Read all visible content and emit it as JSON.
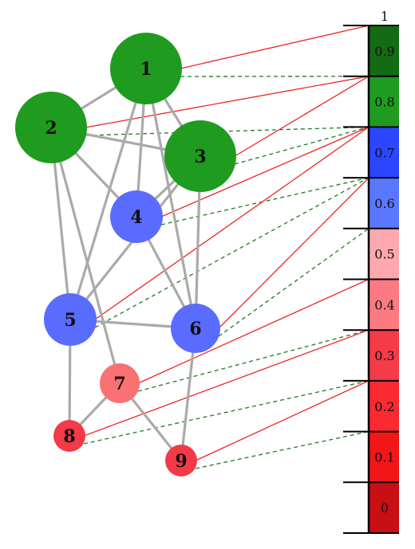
{
  "scale": {
    "labels": [
      "0",
      "0.1",
      "0.2",
      "0.3",
      "0.4",
      "0.5",
      "0.6",
      "0.7",
      "0.8",
      "0.9",
      "1"
    ],
    "segment_colors": [
      "#c80f14",
      "#f21616",
      "#fa2a30",
      "#f53a48",
      "#fc7a82",
      "#fda8ae",
      "#5a78ff",
      "#2b46ff",
      "#1f9b1f",
      "#136b13"
    ]
  },
  "colors": {
    "green": "#1f9b1f",
    "blue": "#5a6cff",
    "pink": "#f97172",
    "red": "#f23a48",
    "edge": "#aaaaaa",
    "solid_link": "#ec2626",
    "dashed_link": "#207a20"
  },
  "nodes": [
    {
      "label": "1",
      "color": "green"
    },
    {
      "label": "2",
      "color": "green"
    },
    {
      "label": "3",
      "color": "green"
    },
    {
      "label": "4",
      "color": "blue"
    },
    {
      "label": "5",
      "color": "blue"
    },
    {
      "label": "6",
      "color": "blue"
    },
    {
      "label": "7",
      "color": "pink"
    },
    {
      "label": "8",
      "color": "red"
    },
    {
      "label": "9",
      "color": "red"
    }
  ],
  "edges": [
    [
      "1",
      "2"
    ],
    [
      "1",
      "3"
    ],
    [
      "1",
      "4"
    ],
    [
      "1",
      "5"
    ],
    [
      "1",
      "6"
    ],
    [
      "2",
      "3"
    ],
    [
      "2",
      "4"
    ],
    [
      "2",
      "5"
    ],
    [
      "2",
      "7"
    ],
    [
      "3",
      "4"
    ],
    [
      "3",
      "5"
    ],
    [
      "3",
      "6"
    ],
    [
      "4",
      "6"
    ],
    [
      "5",
      "6"
    ],
    [
      "5",
      "8"
    ],
    [
      "6",
      "9"
    ],
    [
      "7",
      "8"
    ],
    [
      "7",
      "9"
    ]
  ],
  "links": [
    {
      "node": "1",
      "solid_to": "1",
      "dashed_to": "0.9"
    },
    {
      "node": "2",
      "solid_to": "0.9",
      "dashed_to": "0.8"
    },
    {
      "node": "3",
      "solid_to": "0.9",
      "dashed_to": "0.8"
    },
    {
      "node": "4",
      "solid_to": "0.8",
      "dashed_to": "0.7"
    },
    {
      "node": "5",
      "solid_to": "0.8",
      "dashed_to": "0.7"
    },
    {
      "node": "6",
      "solid_to": "0.7",
      "dashed_to": "0.6"
    },
    {
      "node": "7",
      "solid_to": "0.5",
      "dashed_to": "0.4"
    },
    {
      "node": "8",
      "solid_to": "0.4",
      "dashed_to": "0.3"
    },
    {
      "node": "9",
      "solid_to": "0.3",
      "dashed_to": "0.2"
    }
  ]
}
